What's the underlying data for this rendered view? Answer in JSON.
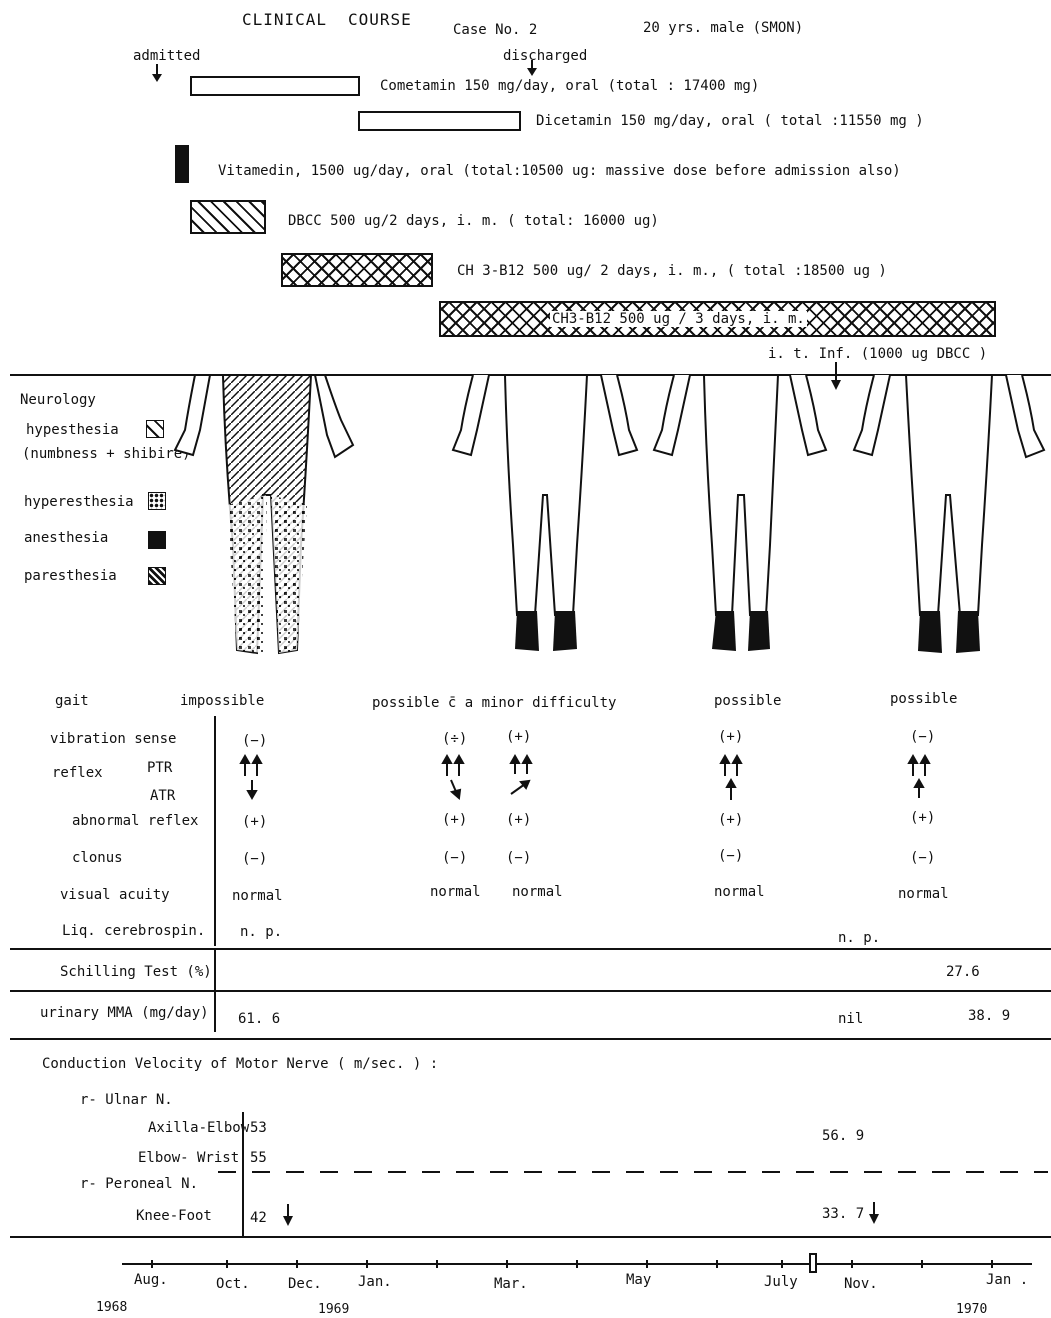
{
  "header": {
    "title1": "CLINICAL",
    "title2": "COURSE",
    "case": "Case No. 2",
    "patient": "20 yrs. male (SMON)",
    "admitted": "admitted",
    "discharged": "discharged"
  },
  "treatments": [
    {
      "label": "Cometamin 150 mg/day, oral (total : 17400 mg)",
      "pattern": "blank"
    },
    {
      "label": "Dicetamin 150 mg/day, oral ( total :11550 mg )",
      "pattern": "blank"
    },
    {
      "label": "Vitamedin, 1500 ug/day, oral (total:10500 ug: massive dose before admission also)",
      "pattern": "dark"
    },
    {
      "label": "DBCC 500 ug/2 days, i. m. ( total: 16000 ug)",
      "pattern": "diagonal"
    },
    {
      "label": "CH 3-B12 500 ug/ 2 days, i. m., ( total :18500 ug )",
      "pattern": "cross"
    },
    {
      "label": "CH3-B12 500 ug / 3 days, i. m.",
      "pattern": "cross"
    }
  ],
  "it_inf": "i. t. Inf. (1000 ug DBCC )",
  "neurology": {
    "title": "Neurology",
    "legend": [
      {
        "label": "hypesthesia",
        "pattern": "diagonal"
      },
      {
        "label": "(numbness + shibire)",
        "pattern": "none"
      },
      {
        "label": "hyperesthesia",
        "pattern": "dotted"
      },
      {
        "label": "anesthesia",
        "pattern": "solid"
      },
      {
        "label": "paresthesia",
        "pattern": "checker"
      }
    ]
  },
  "exam": {
    "labels": {
      "gait": "gait",
      "vibration": "vibration sense",
      "reflex": "reflex",
      "ptr": "PTR",
      "atr": "ATR",
      "abnormal": "abnormal reflex",
      "clonus": "clonus",
      "visual": "visual acuity",
      "liq": "Liq. cerebrospin."
    },
    "gait_values": [
      "impossible",
      "possible c̄ a minor difficulty",
      "possible",
      "possible"
    ],
    "columns": [
      {
        "vibration": "(−)",
        "abnormal": "(+)",
        "clonus": "(−)",
        "visual": "normal",
        "liq": "n. p."
      },
      {
        "vibration": "(÷)",
        "abnormal": "(+)",
        "clonus": "(−)",
        "visual": "normal",
        "liq": ""
      },
      {
        "vibration": "(+)",
        "abnormal": "(+)",
        "clonus": "(−)",
        "visual": "normal",
        "liq": ""
      },
      {
        "vibration": "(+)",
        "abnormal": "(+)",
        "clonus": "(−)",
        "visual": "normal",
        "liq": ""
      },
      {
        "vibration": "(−)",
        "abnormal": "(+)",
        "clonus": "(−)",
        "visual": "normal",
        "liq": "n. p."
      }
    ]
  },
  "schilling": {
    "label": "Schilling Test (%)",
    "value": "27.6"
  },
  "mma": {
    "label": "urinary MMA (mg/day)",
    "v1": "61. 6",
    "v2": "nil",
    "v3": "38. 9"
  },
  "conduction": {
    "title": "Conduction Velocity of Motor Nerve ( m/sec. ) :",
    "ulnar": "r- Ulnar N.",
    "axilla": "Axilla-Elbow",
    "elbow": "Elbow- Wrist",
    "peroneal": "r- Peroneal N.",
    "knee": "Knee-Foot",
    "axilla_v1": "53",
    "elbow_v1": "55",
    "knee_v1": "42",
    "axilla_v2": "56. 9",
    "knee_v2": "33. 7"
  },
  "timeline": {
    "months": [
      "Aug.",
      "Oct.",
      "Dec.",
      "Jan.",
      "Mar.",
      "May",
      "July",
      "Nov.",
      "Jan ."
    ],
    "years": [
      "1968",
      "1969",
      "1970"
    ]
  }
}
